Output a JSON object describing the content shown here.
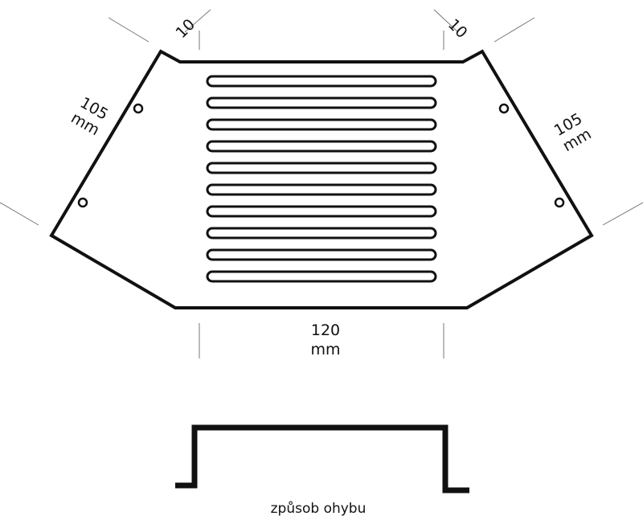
{
  "diagram": {
    "dimensions": {
      "tab_left": "10",
      "tab_right": "10",
      "side_left": {
        "value": "105",
        "unit": "mm"
      },
      "side_right": {
        "value": "105",
        "unit": "mm"
      },
      "bottom": {
        "value": "120",
        "unit": "mm"
      }
    },
    "slot_count": 10,
    "hole_count": 4,
    "caption": "způsob ohybu",
    "colors": {
      "line": "#111111",
      "dim_line": "#777777",
      "background": "#ffffff"
    }
  }
}
